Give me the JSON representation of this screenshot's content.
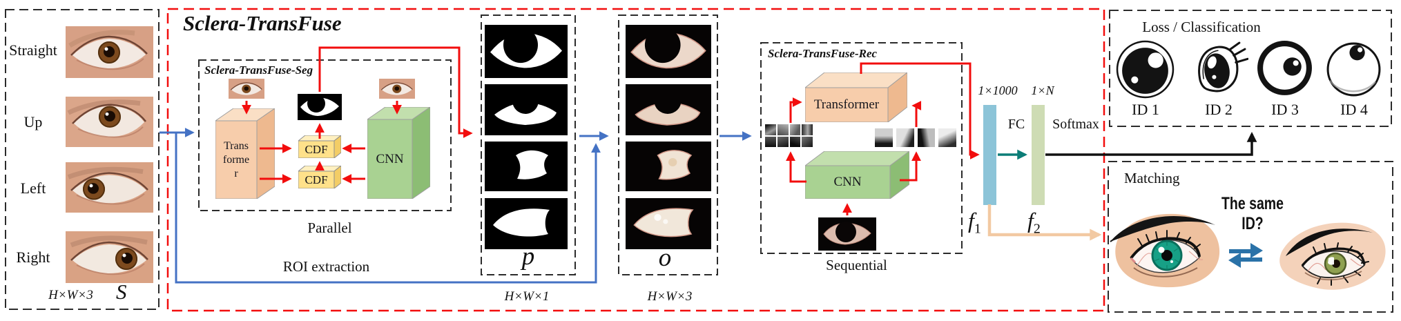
{
  "input": {
    "rows": [
      "Straight",
      "Up",
      "Left",
      "Right"
    ],
    "dims": "H×W×3",
    "symbol": "S"
  },
  "transfuse": {
    "title": "Sclera-TransFuse",
    "seg": {
      "title": "Sclera-TransFuse-Seg",
      "transformer_lines": [
        "Trans",
        "forme",
        "r"
      ],
      "cdf_top": "CDF",
      "cdf_bottom": "CDF",
      "cnn": "CNN"
    },
    "parallel_label": "Parallel",
    "roi_label": "ROI extraction",
    "p": {
      "symbol": "p",
      "dims": "H×W×1"
    },
    "o": {
      "symbol": "o",
      "dims": "H×W×3"
    },
    "rec": {
      "title": "Sclera-TransFuse-Rec",
      "transformer": "Transformer",
      "cnn": "CNN",
      "sequential_label": "Sequential"
    },
    "head": {
      "f1_dims": "1×1000",
      "f2_dims": "1×N",
      "fc_label": "FC",
      "softmax_label": "Softmax",
      "f1_base": "f",
      "f1_sub": "1",
      "f2_base": "f",
      "f2_sub": "2"
    }
  },
  "classification": {
    "title": "Loss / Classification",
    "ids": [
      "ID 1",
      "ID 2",
      "ID 3",
      "ID 4"
    ]
  },
  "matching": {
    "title": "Matching",
    "question": "The same ID?"
  },
  "colors": {
    "red_arrow": "#f20d0d",
    "blue_arrow": "#4472c4",
    "teal_arrow": "#0c7d77",
    "peach_arrow": "#f2c9a2",
    "transformer_fill": "#f7cdab",
    "cnn_fill": "#a9d292",
    "cdf_fill": "#ffe18a",
    "f1_bar": "#8cc4d8",
    "f2_bar": "#cedcb4"
  }
}
